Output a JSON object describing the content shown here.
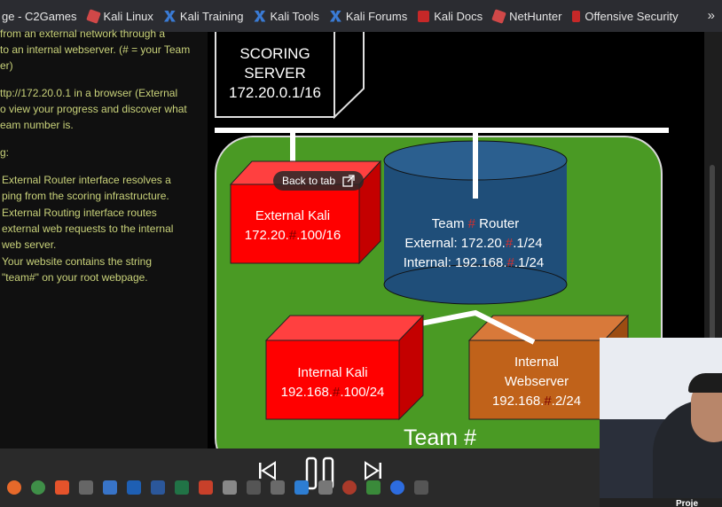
{
  "bookmarks": {
    "items": [
      {
        "label": "ge - C2Games",
        "icon": "c2games-icon"
      },
      {
        "label": "Kali Linux",
        "icon": "kali-icon"
      },
      {
        "label": "Kali Training",
        "icon": "kali-x-icon"
      },
      {
        "label": "Kali Tools",
        "icon": "kali-x-icon"
      },
      {
        "label": "Kali Forums",
        "icon": "kali-x-icon"
      },
      {
        "label": "Kali Docs",
        "icon": "kali-docs-icon"
      },
      {
        "label": "NetHunter",
        "icon": "kali-icon"
      },
      {
        "label": "Offensive Security",
        "icon": "offsec-icon"
      }
    ],
    "more": "»"
  },
  "doc": {
    "lines": [
      "from an external network through a",
      "to an internal webserver. (# = your Team",
      "er)",
      "",
      "ttp://172.20.0.1 in a browser (External",
      "o view your progress and discover what",
      "eam number is.",
      "",
      "g:",
      "",
      "External Router interface resolves a",
      "ping from the scoring infrastructure.",
      "External Routing interface routes",
      "external web requests to the internal",
      "web server.",
      "Your website contains the string",
      "\"team#\" on your root webpage."
    ]
  },
  "diagram": {
    "scoring": {
      "line1": "SCORING",
      "line2": "SERVER",
      "ip": "172.20.0.1/16"
    },
    "ext_kali": {
      "label": "External Kali",
      "ip_a": "172.20.",
      "hash": "#",
      "ip_b": ".100/16"
    },
    "router": {
      "label": "Team",
      "hash": "#",
      "label2": "Router",
      "ext_a": "External: 172.20.",
      "ext_b": ".1/24",
      "int_a": "Internal: 192.168.",
      "int_b": ".1/24"
    },
    "int_kali": {
      "label": "Internal Kali",
      "ip_a": "192.168.",
      "hash": "#",
      "ip_b": ".100/24"
    },
    "web": {
      "line1": "Internal",
      "line2": "Webserver",
      "ip_a": "192.168.",
      "hash": "#",
      "ip_b": ".2/24"
    },
    "team": {
      "label": "Team",
      "hash": "#"
    }
  },
  "overlay": {
    "back_to_tab": "Back to tab",
    "webcam_tag": "Proje"
  },
  "colors": {
    "green": "#4a9a24",
    "red": "#ff0000",
    "blue": "#1f4e79",
    "orange": "#c0621a",
    "hash": "#d32f2f"
  }
}
